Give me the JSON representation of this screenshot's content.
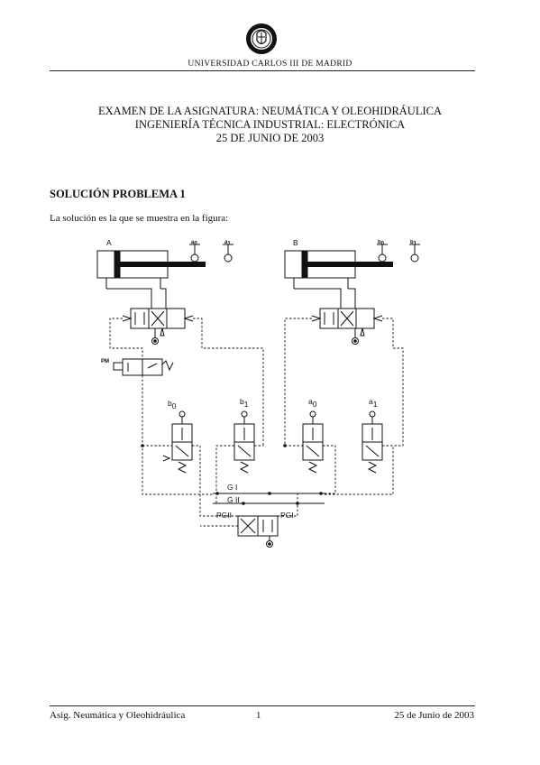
{
  "header": {
    "university": "UNIVERSIDAD CARLOS III DE MADRID"
  },
  "titles": {
    "line1": "EXAMEN DE LA ASIGNATURA: NEUMÁTICA Y OLEOHIDRÁULICA",
    "line2": "INGENIERÍA TÉCNICA INDUSTRIAL: ELECTRÓNICA",
    "line3": "25 DE JUNIO DE 2003"
  },
  "section_title": "SOLUCIÓN PROBLEMA 1",
  "intro": "La solución es la que se muestra en la figura:",
  "diagram": {
    "cylinder_a": "A",
    "cylinder_b": "B",
    "sensor_a0": "a",
    "sensor_a0_sub": "0",
    "sensor_a1": "a",
    "sensor_a1_sub": "1",
    "sensor_b0": "b",
    "sensor_b0_sub": "0",
    "sensor_b1": "b",
    "sensor_b1_sub": "1",
    "start_label": "PM",
    "line_g1": "G I",
    "line_g2": "G II",
    "valve_pg2": "PGII",
    "valve_pg1": "PGI"
  },
  "footer": {
    "left": "Asig. Neumática y Oleohidráulica",
    "page": "1",
    "right": "25 de Junio de 2003"
  }
}
